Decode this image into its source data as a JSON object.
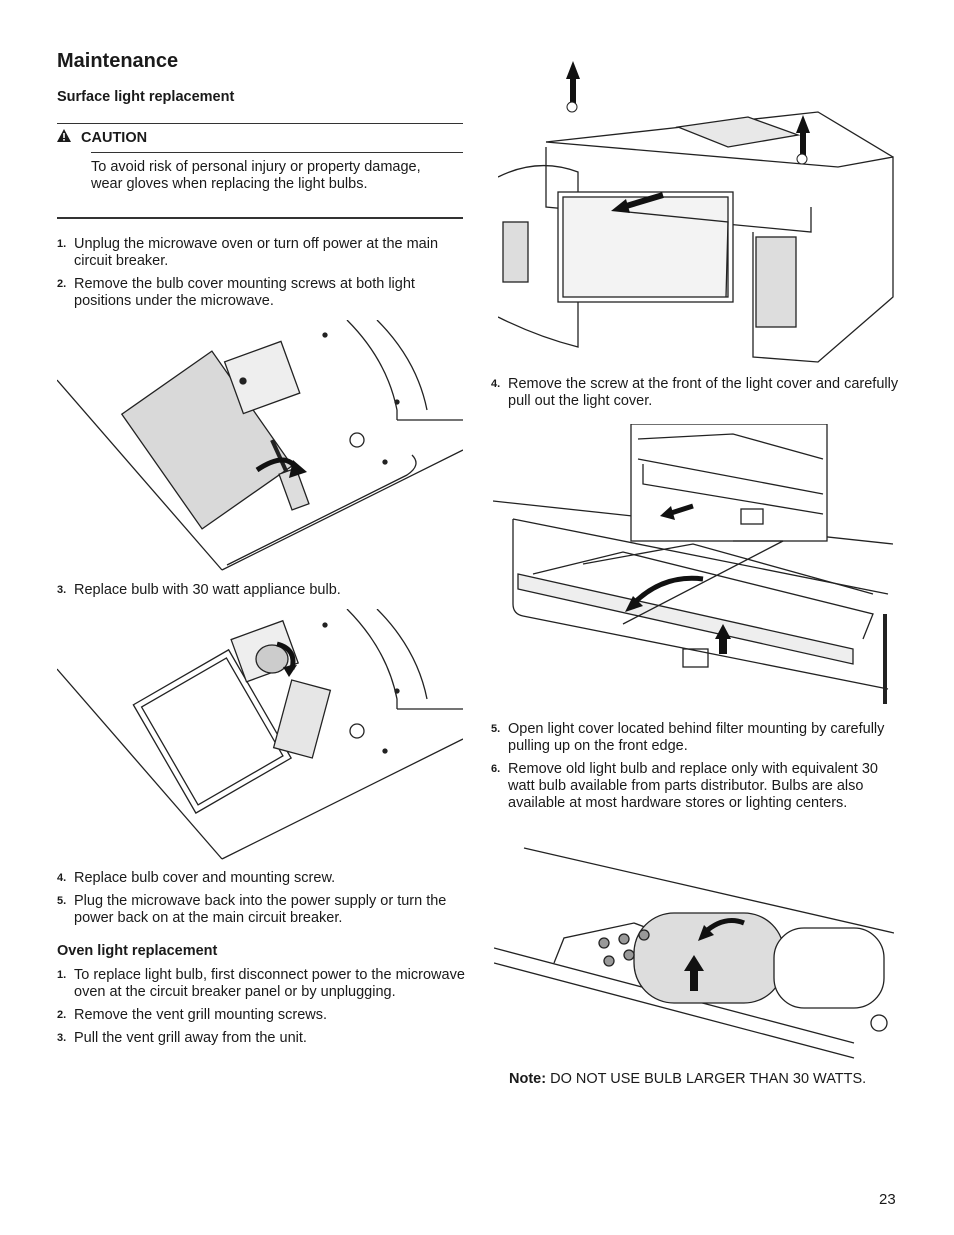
{
  "heading": "Maintenance",
  "surface": {
    "title": "Surface light replacement",
    "caution_label": "CAUTION",
    "caution_symbol": "9",
    "caution_text": "To avoid risk of personal injury or property damage, wear gloves when replacing the light bulbs.",
    "steps_a": [
      {
        "num": "1.",
        "text": "Unplug the microwave oven or turn off power at the main circuit breaker."
      },
      {
        "num": "2.",
        "text": "Remove the bulb cover mounting screws at both light positions under the microwave."
      }
    ],
    "step_b": {
      "num": "3.",
      "text": "Replace bulb with 30 watt appliance bulb."
    },
    "steps_c": [
      {
        "num": "4.",
        "text": "Replace bulb cover and mounting screw."
      },
      {
        "num": "5.",
        "text": "Plug the microwave back into the power supply or turn the power back on at the main circuit breaker."
      }
    ]
  },
  "oven": {
    "title": "Oven light replacement",
    "steps_a": [
      {
        "num": "1.",
        "text": "To replace light bulb, first disconnect power to the microwave oven at the circuit breaker panel or by unplugging."
      },
      {
        "num": "2.",
        "text": "Remove the vent grill mounting screws."
      },
      {
        "num": "3.",
        "text": "Pull the vent grill away from the unit."
      }
    ],
    "step_b": {
      "num": "4.",
      "text": "Remove the screw at the front of the light cover and carefully pull out the light cover."
    },
    "steps_c": [
      {
        "num": "5.",
        "text": "Open light cover located behind filter mounting by carefully pulling up on the front edge."
      },
      {
        "num": "6.",
        "text": "Remove old light bulb and replace only with equivalent 30 watt bulb available from parts distributor. Bulbs are also available at most hardware stores or lighting centers."
      }
    ],
    "note_label": "Note:",
    "note_text": "DO NOT USE BULB LARGER THAN 30 WATTS."
  },
  "page_number": "23"
}
